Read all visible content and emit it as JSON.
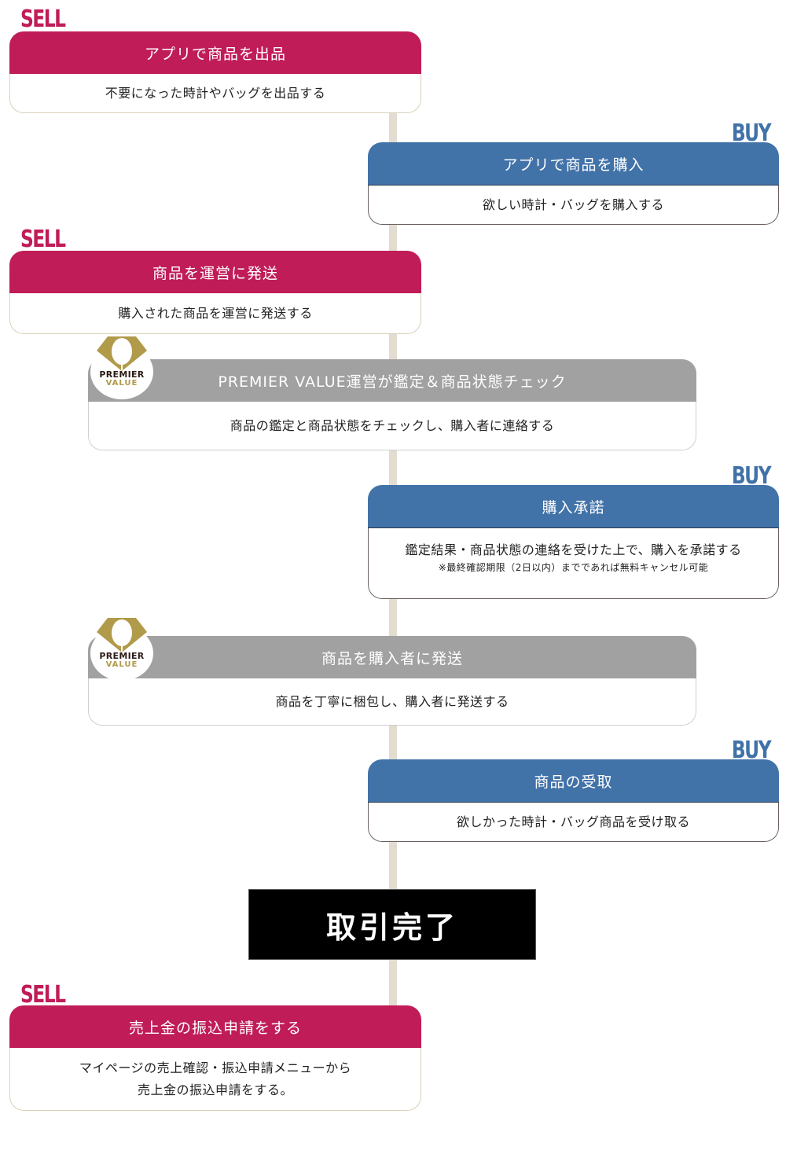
{
  "colors": {
    "sell": "#c01c58",
    "buy": "#4172a8",
    "premier_value": "#a0a1a0",
    "timeline": "#e3dcd1",
    "logo_gold": "#b19a4a"
  },
  "roles": {
    "sell": "SELL",
    "buy": "BUY"
  },
  "logo": {
    "line1": "PREMIER",
    "line2": "VALUE"
  },
  "steps": [
    {
      "role": "sell",
      "title": "アプリで商品を出品",
      "desc": "不要になった時計やバッグを出品する"
    },
    {
      "role": "buy",
      "title": "アプリで商品を購入",
      "desc": "欲しい時計・バッグを購入する"
    },
    {
      "role": "sell",
      "title": "商品を運営に発送",
      "desc": "購入された商品を運営に発送する"
    },
    {
      "role": "premier_value",
      "title": "PREMIER VALUE運営が鑑定＆商品状態チェック",
      "desc": "商品の鑑定と商品状態をチェックし、購入者に連絡する"
    },
    {
      "role": "buy",
      "title": "購入承諾",
      "desc": "鑑定結果・商品状態の連絡を受けた上で、購入を承諾する",
      "note": "※最終確認期限（2日以内）までであれば無料キャンセル可能"
    },
    {
      "role": "premier_value",
      "title": "商品を購入者に発送",
      "desc": "商品を丁寧に梱包し、購入者に発送する"
    },
    {
      "role": "buy",
      "title": "商品の受取",
      "desc": "欲しかった時計・バッグ商品を受け取る"
    },
    {
      "role": "sell",
      "title": "売上金の振込申請をする",
      "desc": "マイページの売上確認・振込申請メニューから",
      "desc2": "売上金の振込申請をする。"
    }
  ],
  "completion": {
    "label": "取引完了"
  }
}
